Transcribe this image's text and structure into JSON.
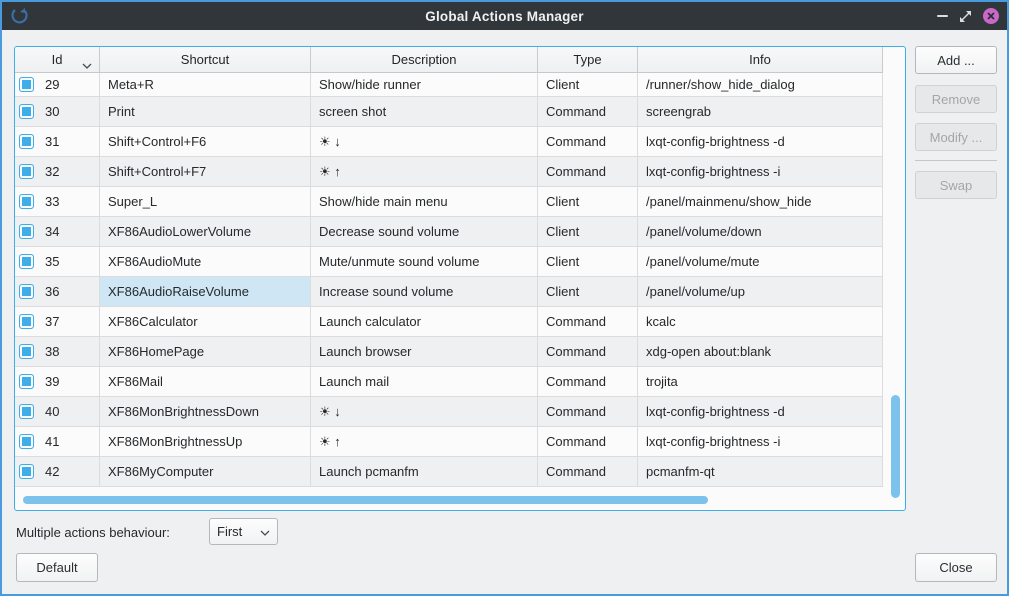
{
  "window": {
    "title": "Global Actions Manager"
  },
  "table": {
    "columns": [
      {
        "key": "id",
        "label": "Id",
        "sorted": true
      },
      {
        "key": "shortcut",
        "label": "Shortcut",
        "sorted": false
      },
      {
        "key": "description",
        "label": "Description",
        "sorted": false
      },
      {
        "key": "type",
        "label": "Type",
        "sorted": false
      },
      {
        "key": "info",
        "label": "Info",
        "sorted": false
      }
    ],
    "selection": {
      "row_id": "36",
      "column": "shortcut"
    },
    "rows": [
      {
        "id": "29",
        "checked": true,
        "shortcut": "Meta+R",
        "description": "Show/hide runner",
        "type": "Client",
        "info": "/runner/show_hide_dialog"
      },
      {
        "id": "30",
        "checked": true,
        "shortcut": "Print",
        "description": "screen shot",
        "type": "Command",
        "info": "screengrab"
      },
      {
        "id": "31",
        "checked": true,
        "shortcut": "Shift+Control+F6",
        "description": "☀ ↓",
        "type": "Command",
        "info": "lxqt-config-brightness -d"
      },
      {
        "id": "32",
        "checked": true,
        "shortcut": "Shift+Control+F7",
        "description": "☀ ↑",
        "type": "Command",
        "info": "lxqt-config-brightness -i"
      },
      {
        "id": "33",
        "checked": true,
        "shortcut": "Super_L",
        "description": "Show/hide main menu",
        "type": "Client",
        "info": "/panel/mainmenu/show_hide"
      },
      {
        "id": "34",
        "checked": true,
        "shortcut": "XF86AudioLowerVolume",
        "description": "Decrease sound volume",
        "type": "Client",
        "info": "/panel/volume/down"
      },
      {
        "id": "35",
        "checked": true,
        "shortcut": "XF86AudioMute",
        "description": "Mute/unmute sound volume",
        "type": "Client",
        "info": "/panel/volume/mute"
      },
      {
        "id": "36",
        "checked": true,
        "shortcut": "XF86AudioRaiseVolume",
        "description": "Increase sound volume",
        "type": "Client",
        "info": "/panel/volume/up"
      },
      {
        "id": "37",
        "checked": true,
        "shortcut": "XF86Calculator",
        "description": "Launch calculator",
        "type": "Command",
        "info": "kcalc"
      },
      {
        "id": "38",
        "checked": true,
        "shortcut": "XF86HomePage",
        "description": "Launch browser",
        "type": "Command",
        "info": "xdg-open about:blank"
      },
      {
        "id": "39",
        "checked": true,
        "shortcut": "XF86Mail",
        "description": "Launch mail",
        "type": "Command",
        "info": "trojita"
      },
      {
        "id": "40",
        "checked": true,
        "shortcut": "XF86MonBrightnessDown",
        "description": "☀ ↓",
        "type": "Command",
        "info": "lxqt-config-brightness -d"
      },
      {
        "id": "41",
        "checked": true,
        "shortcut": "XF86MonBrightnessUp",
        "description": "☀ ↑",
        "type": "Command",
        "info": "lxqt-config-brightness -i"
      },
      {
        "id": "42",
        "checked": true,
        "shortcut": "XF86MyComputer",
        "description": "Launch pcmanfm",
        "type": "Command",
        "info": "pcmanfm-qt"
      }
    ]
  },
  "side_panel": {
    "add_label": "Add ...",
    "remove_label": "Remove",
    "modify_label": "Modify ...",
    "swap_label": "Swap",
    "remove_enabled": false,
    "modify_enabled": false,
    "swap_enabled": false
  },
  "footer": {
    "behaviour_label": "Multiple actions behaviour:",
    "behaviour_selected": "First",
    "default_label": "Default",
    "close_label": "Close"
  },
  "colors": {
    "accent": "#3daee9",
    "window_border": "#4a9ade",
    "titlebar": "#31363b",
    "close_button": "#c968c9",
    "scrollbar_thumb": "#7cc2ec",
    "selected_cell": "#cfe7f5",
    "alt_row": "#eef0f1"
  }
}
